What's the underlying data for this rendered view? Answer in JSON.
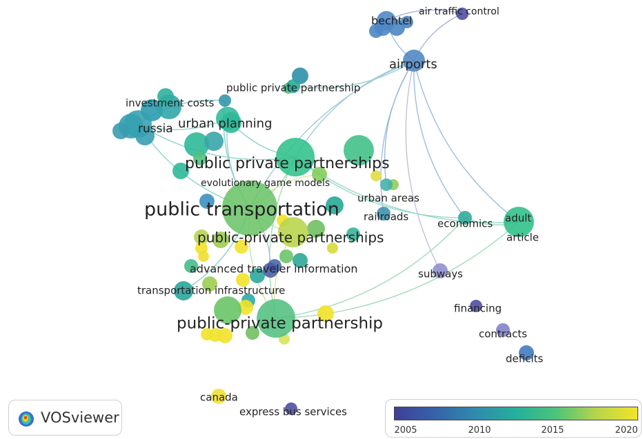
{
  "nodes": [
    {
      "id": "air-traffic-control",
      "label": "air traffic control",
      "color": "#4a4aa0"
    },
    {
      "id": "bechtel",
      "label": "bechtel",
      "color": "#4d86c4"
    },
    {
      "id": "airports",
      "label": "airports",
      "color": "#4f86c0"
    },
    {
      "id": "public-private-partnership-a",
      "label": "public private partnership",
      "color": "#27a898"
    },
    {
      "id": "investment-costs",
      "label": "investment costs",
      "color": "#3293a8"
    },
    {
      "id": "russia",
      "label": "russia",
      "color": "#34a0b0"
    },
    {
      "id": "urban-planning",
      "label": "urban planning",
      "color": "#2fb89a"
    },
    {
      "id": "public-private-partnerships-a",
      "label": "public private partnerships",
      "color": "#30c08a"
    },
    {
      "id": "evolutionary-game-models",
      "label": "evolutionary game models",
      "color": "#7fcc5a"
    },
    {
      "id": "urban-areas",
      "label": "urban areas",
      "color": "#40b0a8"
    },
    {
      "id": "public-transportation",
      "label": "public transportation",
      "color": "#6cc46a"
    },
    {
      "id": "railroads",
      "label": "railroads",
      "color": "#3a8fb0"
    },
    {
      "id": "economics",
      "label": "economics",
      "color": "#2ca89a"
    },
    {
      "id": "adult",
      "label": "adult",
      "color": "#2fbf88"
    },
    {
      "id": "article",
      "label": "article",
      "color": "#2fbf88"
    },
    {
      "id": "public-private-partnerships-b",
      "label": "public-private partnerships",
      "color": "#b7d54a"
    },
    {
      "id": "subways",
      "label": "subways",
      "color": "#8e8ecc"
    },
    {
      "id": "advanced-traveler-information",
      "label": "advanced traveler information",
      "color": "#4a5aa8"
    },
    {
      "id": "transportation-infrastructure",
      "label": "transportation infrastructure",
      "color": "#26a39a"
    },
    {
      "id": "financing",
      "label": "financing",
      "color": "#4a4aa0"
    },
    {
      "id": "public-private-partnership-b",
      "label": "public-private partnership",
      "color": "#52c080"
    },
    {
      "id": "contracts",
      "label": "contracts",
      "color": "#8080c8"
    },
    {
      "id": "deficits",
      "label": "deficits",
      "color": "#3f78c0"
    },
    {
      "id": "canada",
      "label": "canada",
      "color": "#f0e030"
    },
    {
      "id": "express-bus-services",
      "label": "express bus services",
      "color": "#4a4aa0"
    }
  ],
  "logo": {
    "text": "VOSviewer",
    "icon": "vosviewer-logo-icon"
  },
  "legend": {
    "ticks": [
      "2005",
      "2010",
      "2015",
      "2020"
    ],
    "colors": [
      "#3f3f9a",
      "#3563a8",
      "#2f8bb0",
      "#24b09a",
      "#4dc47a",
      "#b8d54a",
      "#f2e427"
    ]
  }
}
